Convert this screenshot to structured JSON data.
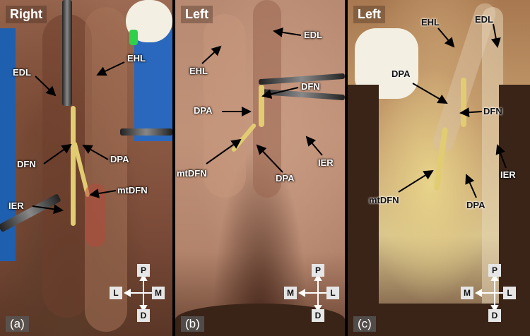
{
  "panels": [
    {
      "id_label": "(a)",
      "side": "Right",
      "tags": {
        "EHL": "EHL",
        "EDL": "EDL",
        "DFN": "DFN",
        "DPA": "DPA",
        "mtDFN": "mtDFN",
        "IER": "IER"
      },
      "compass": {
        "top": "P",
        "left": "L",
        "right": "M",
        "bottom": "D"
      }
    },
    {
      "id_label": "(b)",
      "side": "Left",
      "tags": {
        "EDL": "EDL",
        "EHL": "EHL",
        "DFN": "DFN",
        "DPA_top": "DPA",
        "IER": "IER",
        "mtDFN": "mtDFN",
        "DPA_bottom": "DPA"
      },
      "compass": {
        "top": "P",
        "left": "M",
        "right": "L",
        "bottom": "D"
      }
    },
    {
      "id_label": "(c)",
      "side": "Left",
      "tags": {
        "EHL": "EHL",
        "EDL": "EDL",
        "DPA_top": "DPA",
        "DFN": "DFN",
        "IER": "IER",
        "mtDFN": "mtDFN",
        "DPA_bottom": "DPA"
      },
      "compass": {
        "top": "P",
        "left": "M",
        "right": "L",
        "bottom": "D"
      }
    }
  ]
}
